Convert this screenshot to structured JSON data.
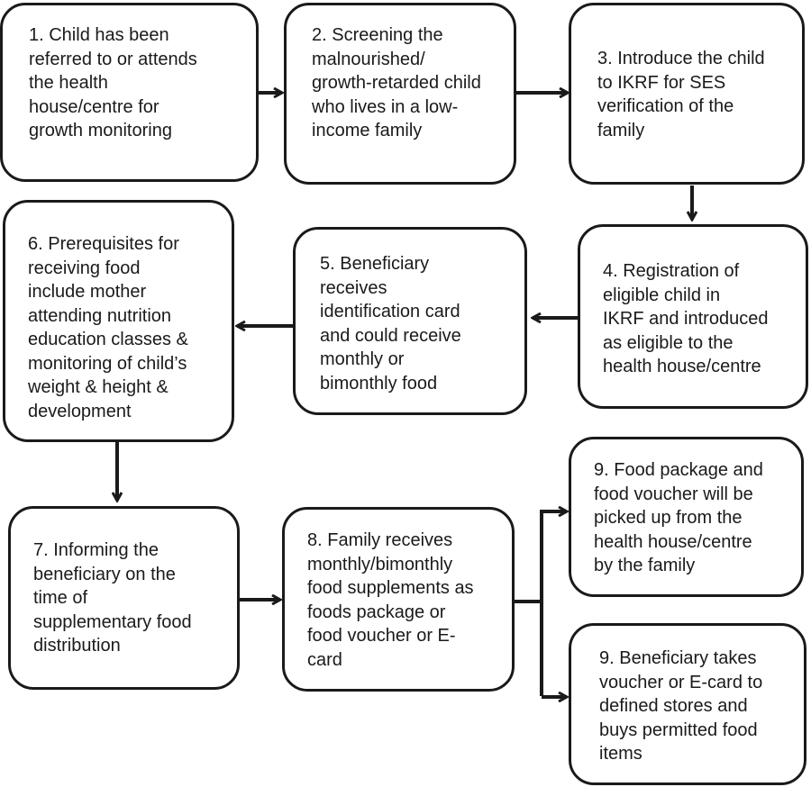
{
  "steps": [
    {
      "lines": [
        "1. Child has been",
        "referred to or attends",
        "the health",
        "house/centre for",
        "growth monitoring"
      ]
    },
    {
      "lines": [
        "2. Screening the",
        "malnourished/",
        "growth-retarded child",
        "who lives in a low-",
        "income family"
      ]
    },
    {
      "lines": [
        "3. Introduce the child",
        "to IKRF for SES",
        "verification of the",
        "family"
      ]
    },
    {
      "lines": [
        "4. Registration of",
        "eligible child in",
        "IKRF and introduced",
        "as eligible to the",
        "health house/centre"
      ]
    },
    {
      "lines": [
        "5. Beneficiary",
        "receives",
        "identification card",
        "and could receive",
        "monthly or",
        "bimonthly food"
      ]
    },
    {
      "lines": [
        "6. Prerequisites for",
        "receiving food",
        "include mother",
        "attending nutrition",
        "education classes &",
        "monitoring of child’s",
        "weight & height &",
        "development"
      ]
    },
    {
      "lines": [
        "7. Informing the",
        "beneficiary on the",
        "time of",
        "supplementary food",
        "distribution"
      ]
    },
    {
      "lines": [
        "8. Family receives",
        "monthly/bimonthly",
        "food supplements as",
        "foods package or",
        "food voucher or E-",
        "card"
      ]
    },
    {
      "lines": [
        "9. Food package and",
        "food voucher will be",
        "picked up from the",
        "health house/centre",
        "by the family"
      ]
    },
    {
      "lines": [
        "9. Beneficiary takes",
        "voucher or E-card to",
        "defined stores and",
        "buys permitted food",
        "items"
      ]
    }
  ]
}
